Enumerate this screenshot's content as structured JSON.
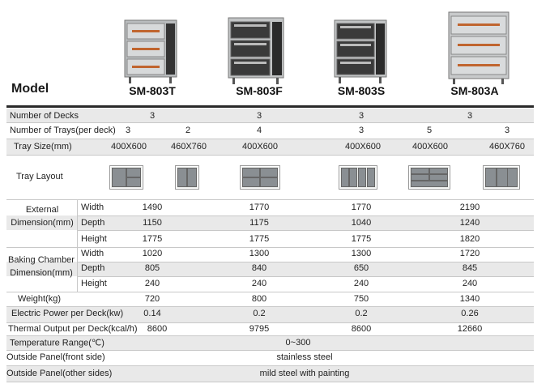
{
  "header": {
    "model_label": "Model"
  },
  "models": [
    "SM-803T",
    "SM-803F",
    "SM-803S",
    "SM-803A"
  ],
  "rows": {
    "decks": {
      "label": "Number of Decks",
      "values": [
        "3",
        "3",
        "3",
        "3"
      ]
    },
    "trays": {
      "label": "Number of Trays(per deck)",
      "values": [
        "3",
        "2",
        "4",
        "3",
        "5",
        "3"
      ]
    },
    "tray_size": {
      "label": "Tray Size(mm)",
      "values": [
        "400X600",
        "460X760",
        "400X600",
        "400X600",
        "400X600",
        "460X760"
      ]
    },
    "tray_layout": {
      "label": "Tray Layout"
    },
    "external": {
      "group": "External Dimension(mm)",
      "width": {
        "label": "Width",
        "values": [
          "1490",
          "1770",
          "1770",
          "2190"
        ]
      },
      "depth": {
        "label": "Depth",
        "values": [
          "1150",
          "1175",
          "1040",
          "1240"
        ]
      },
      "height": {
        "label": "Height",
        "values": [
          "1775",
          "1775",
          "1775",
          "1820"
        ]
      }
    },
    "chamber": {
      "group": "Baking Chamber Dimension(mm)",
      "width": {
        "label": "Width",
        "values": [
          "1020",
          "1300",
          "1300",
          "1720"
        ]
      },
      "depth": {
        "label": "Depth",
        "values": [
          "805",
          "840",
          "650",
          "845"
        ]
      },
      "height": {
        "label": "Height",
        "values": [
          "240",
          "240",
          "240",
          "240"
        ]
      }
    },
    "weight": {
      "label": "Weight(kg)",
      "values": [
        "720",
        "800",
        "750",
        "1340"
      ]
    },
    "power": {
      "label": "Electric Power per Deck(kw)",
      "values": [
        "0.14",
        "0.2",
        "0.2",
        "0.26"
      ]
    },
    "thermal": {
      "label": "Thermal Output per Deck(kcal/h)",
      "values": [
        "8600",
        "9795",
        "8600",
        "12660"
      ]
    },
    "temp": {
      "label": "Temperature Range(℃)",
      "value": "0~300"
    },
    "front_panel": {
      "label": "Outside Panel(front side)",
      "value": "stainless steel"
    },
    "other_panel": {
      "label": "Outside Panel(other sides)",
      "value": "mild steel with painting"
    }
  }
}
